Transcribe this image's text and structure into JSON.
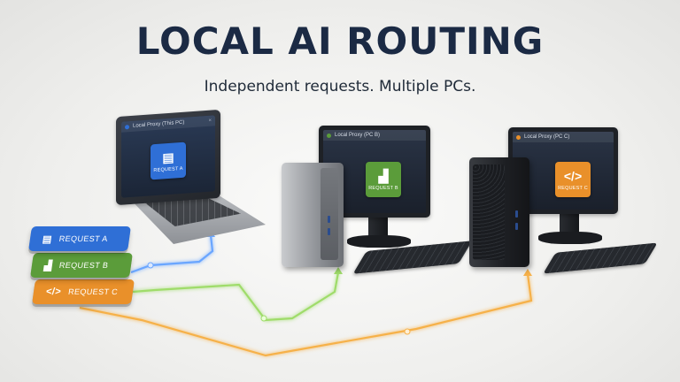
{
  "headline": "LOCAL AI ROUTING",
  "subhead": "Independent requests. Multiple PCs.",
  "colors": {
    "request_a": "#2f6fd6",
    "request_b": "#5b9c3a",
    "request_c": "#e9902a",
    "headline": "#1b2a44"
  },
  "requests": [
    {
      "label": "REQUEST A",
      "icon": "document-icon",
      "glyph": "▤"
    },
    {
      "label": "REQUEST B",
      "icon": "signal-bars-icon",
      "glyph": "▟"
    },
    {
      "label": "REQUEST C",
      "icon": "code-icon",
      "glyph": "</>"
    }
  ],
  "machines": {
    "laptop": {
      "window_title": "Local Proxy (This PC)",
      "tile_label": "REQUEST A",
      "tile_glyph": "▤"
    },
    "pc_b": {
      "window_title": "Local Proxy (PC B)",
      "tile_label": "REQUEST B",
      "tile_glyph": "▟"
    },
    "pc_c": {
      "window_title": "Local Proxy (PC C)",
      "tile_label": "REQUEST C",
      "tile_glyph": "</>"
    }
  },
  "window_close_glyph": "×"
}
